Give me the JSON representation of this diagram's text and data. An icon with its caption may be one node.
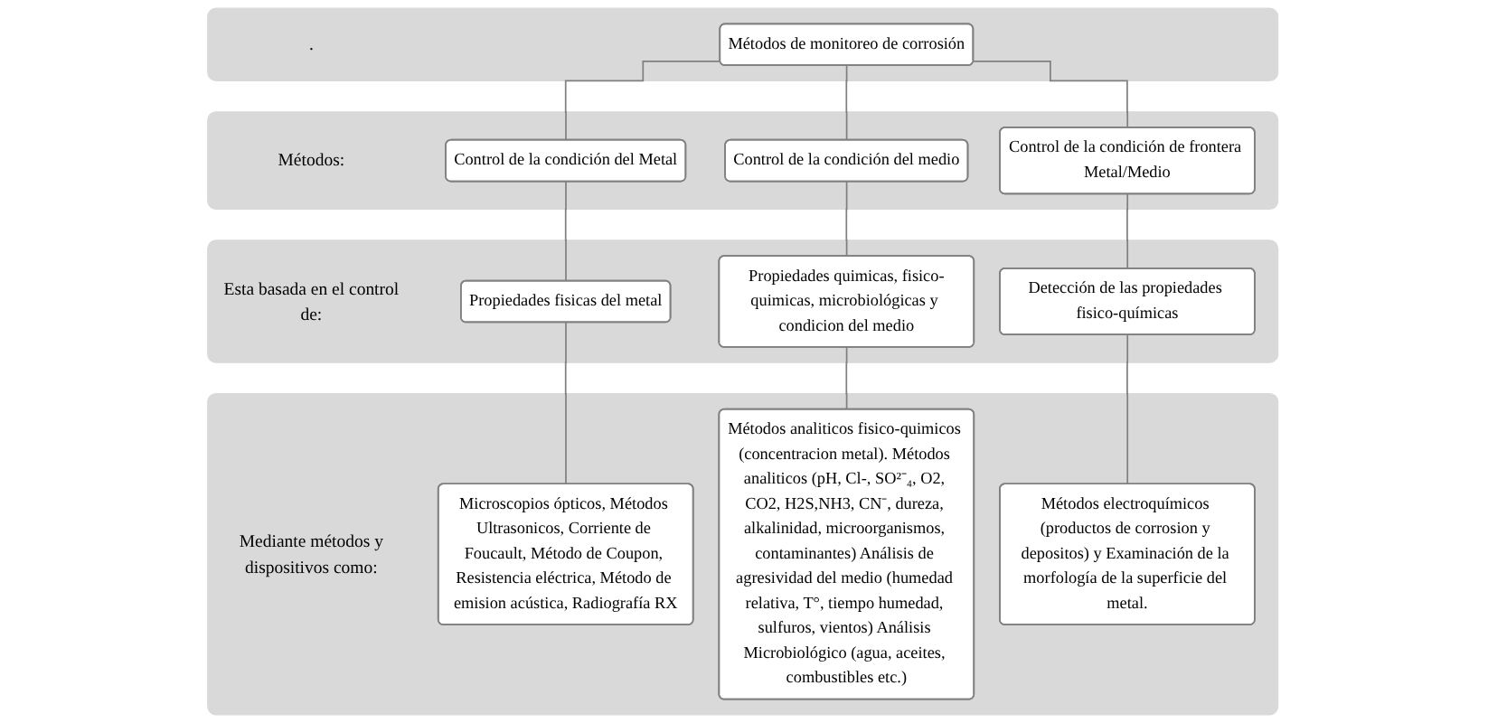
{
  "diagram": {
    "nodes": [
      {
        "text": [
          "."
        ]
      },
      {
        "text": [
          "Métodos de monitoreo de corrosión"
        ],
        "in": 0
      },
      {
        "text": [
          "Métodos:"
        ]
      },
      {
        "text": [
          "Control de la condición del Metal"
        ],
        "in": 2
      },
      {
        "text": [
          "Control de la condición del medio"
        ],
        "in": 2
      },
      {
        "text": [
          "Control de la condición de frontera Metal/Medio"
        ],
        "in": 2
      },
      {
        "text": [
          "Esta basada en el control de:"
        ]
      },
      {
        "text": [
          "Propiedades fisicas del metal"
        ],
        "in": 6
      },
      {
        "text": [
          "Propiedades quimicas, fisico-quimicas, microbiológicas y condicion del medio"
        ],
        "in": 6
      },
      {
        "text": [
          "Detección de las propiedades fisico-químicas"
        ],
        "in": 6
      },
      {
        "text": [
          "Mediante métodos y dispositivos como:"
        ]
      },
      {
        "text": [
          "Microscopios ópticos, Métodos Ultrasonicos, Corriente de Foucault, Método de Coupon, Resistencia eléctrica, Método de emision acústica, Radiografía RX"
        ],
        "in": 10
      },
      {
        "text": [
          "Métodos analiticos fisico-quimicos (concentracion metal). Métodos analiticos (pH, Cl-, SO²⁻₄, O2, CO2, H2S,NH3, CN⁻, dureza, alkalinidad, microorganismos, contaminantes) Análisis de agresividad del medio (humedad relativa, T°, tiempo humedad, sulfuros, vientos) Análisis Microbiológico (agua, aceites, combustibles etc.)"
        ],
        "in": 10
      },
      {
        "text": [
          "Métodos electroquímicos (productos de corrosion y depositos) y Examinación de la morfología de la superficie del metal."
        ],
        "in": 10
      }
    ],
    "edges": [
      {
        "from": 1,
        "to": 3,
        "arrow": "none"
      },
      {
        "from": 1,
        "to": 4,
        "arrow": "none"
      },
      {
        "from": 1,
        "to": 5,
        "arrow": "none"
      },
      {
        "from": 3,
        "to": 7,
        "arrow": "none"
      },
      {
        "from": 4,
        "to": 8,
        "arrow": "none"
      },
      {
        "from": 5,
        "to": 9,
        "arrow": "none"
      },
      {
        "from": 7,
        "to": 11,
        "arrow": "none"
      },
      {
        "from": 8,
        "to": 12,
        "arrow": "none"
      },
      {
        "from": 9,
        "to": 13,
        "arrow": "none"
      }
    ]
  }
}
